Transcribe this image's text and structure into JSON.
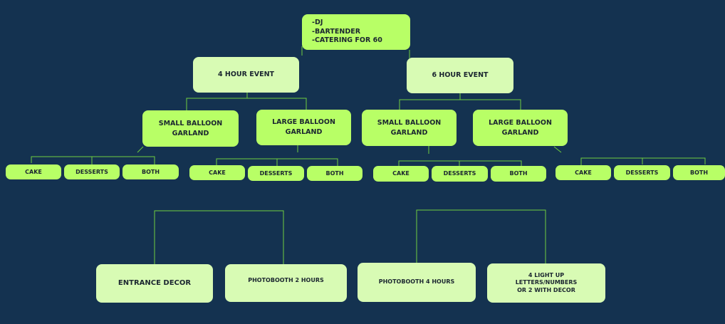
{
  "root": {
    "lines": [
      "-DJ",
      "-BARTENDER",
      "-CATERING FOR 60"
    ]
  },
  "events": [
    {
      "label": "4 HOUR EVENT",
      "garlands": [
        {
          "line1": "SMALL BALLOON",
          "line2": "GARLAND",
          "options": [
            "CAKE",
            "DESSERTS",
            "BOTH"
          ]
        },
        {
          "line1": "LARGE BALLOON",
          "line2": "GARLAND",
          "options": [
            "CAKE",
            "DESSERTS",
            "BOTH"
          ]
        }
      ]
    },
    {
      "label": "6 HOUR EVENT",
      "garlands": [
        {
          "line1": "SMALL BALLOON",
          "line2": "GARLAND",
          "options": [
            "CAKE",
            "DESSERTS",
            "BOTH"
          ]
        },
        {
          "line1": "LARGE BALLOON",
          "line2": "GARLAND",
          "options": [
            "CAKE",
            "DESSERTS",
            "BOTH"
          ]
        }
      ]
    }
  ],
  "addons_left": {
    "entrance_decor": "ENTRANCE DECOR",
    "photobooth_2": "PHOTOBOOTH 2 HOURS"
  },
  "addons_right": {
    "photobooth_4": "PHOTOBOOTH 4 HOURS",
    "letters": [
      "4 LIGHT UP",
      "LETTERS/NUMBERS",
      "OR 2 WITH DECOR"
    ]
  },
  "colors": {
    "background": "#143250",
    "node_lime": "#b8ff66",
    "node_pale": "#d8fbb4",
    "connector": "#6fcf3f",
    "text": "#1b2630"
  }
}
